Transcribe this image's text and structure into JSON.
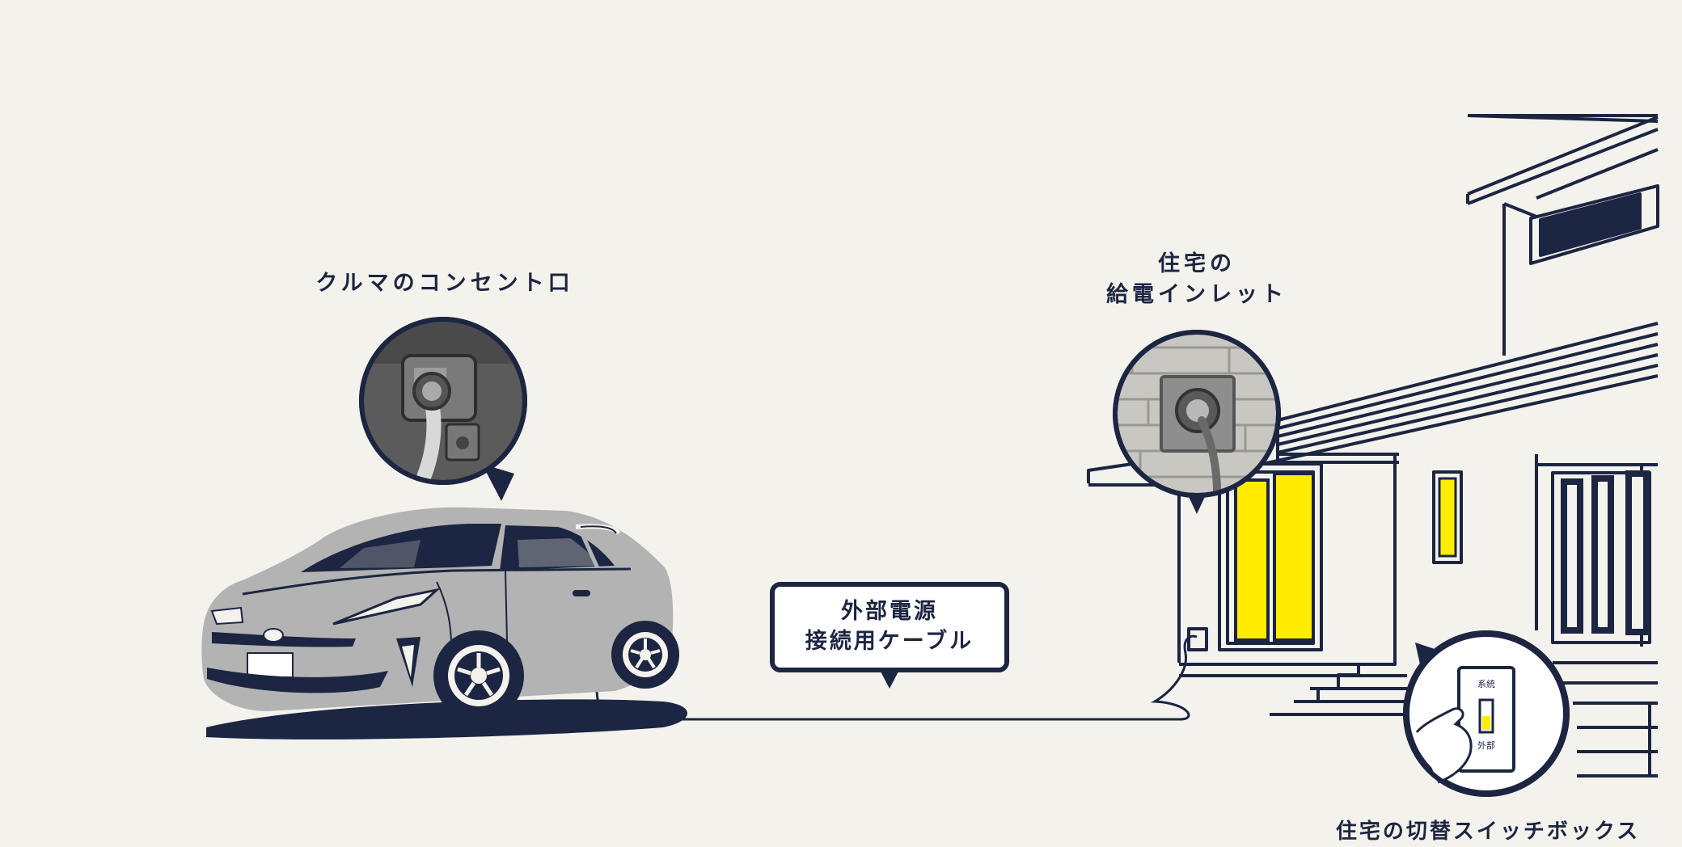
{
  "labels": {
    "car_outlet": "クルマのコンセント口",
    "house_inlet_line1": "住宅の",
    "house_inlet_line2": "給電インレット",
    "cable_line1": "外部電源",
    "cable_line2": "接続用ケーブル",
    "switch_box": "住宅の切替スイッチボックス"
  },
  "switch_panel": {
    "top_text": "系統",
    "bottom_text": "外部"
  },
  "colors": {
    "background": "#f4f2ed",
    "navy": "#1c2541",
    "car_gray": "#b3b3b3",
    "window_yellow": "#ffec00"
  },
  "icons": [
    "car-illustration",
    "house-illustration",
    "cable-line",
    "magnifier-car-outlet",
    "magnifier-house-inlet",
    "magnifier-switch-box"
  ]
}
